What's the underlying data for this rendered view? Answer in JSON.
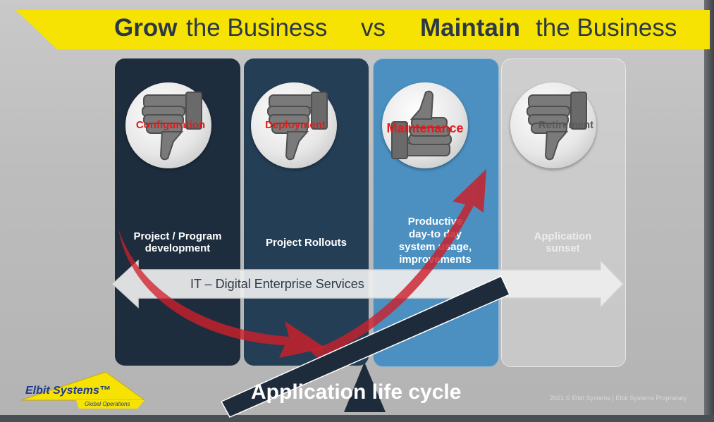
{
  "header": {
    "grow_bold": "Grow",
    "grow_rest": "the Business",
    "vs": "vs",
    "maintain_bold": "Maintain",
    "maintain_rest": "the Business"
  },
  "columns": [
    {
      "stage": "Configuration",
      "text_lines": [
        "Project / Program",
        "development"
      ],
      "thumb": "thumbs-down"
    },
    {
      "stage": "Deployment",
      "text_lines": [
        "Project Rollouts"
      ],
      "thumb": "thumbs-down"
    },
    {
      "stage": "Maintenance",
      "text_lines": [
        "Productive",
        "day-to day",
        "system usage,",
        "improvements"
      ],
      "thumb": "thumbs-up"
    },
    {
      "stage": "Retirement",
      "text_lines": [
        "Application",
        "sunset"
      ],
      "thumb": "thumbs-down"
    }
  ],
  "arrow_label": "IT – Digital Enterprise Services",
  "footer": {
    "title": "Application life cycle",
    "copyright": "2021 © Elbit Systems | Elbit Systems Proprietary"
  },
  "logo": {
    "name": "Elbit Systems™",
    "sub": "Global Operations"
  },
  "colors": {
    "banner": "#f6e304",
    "stage_label": "#e21b1b",
    "col1": "#1d2d3d",
    "col2": "#243e56",
    "col3": "#4b90c0",
    "col4": "#d7d7d7",
    "flow_arrow": "#c8202a"
  }
}
